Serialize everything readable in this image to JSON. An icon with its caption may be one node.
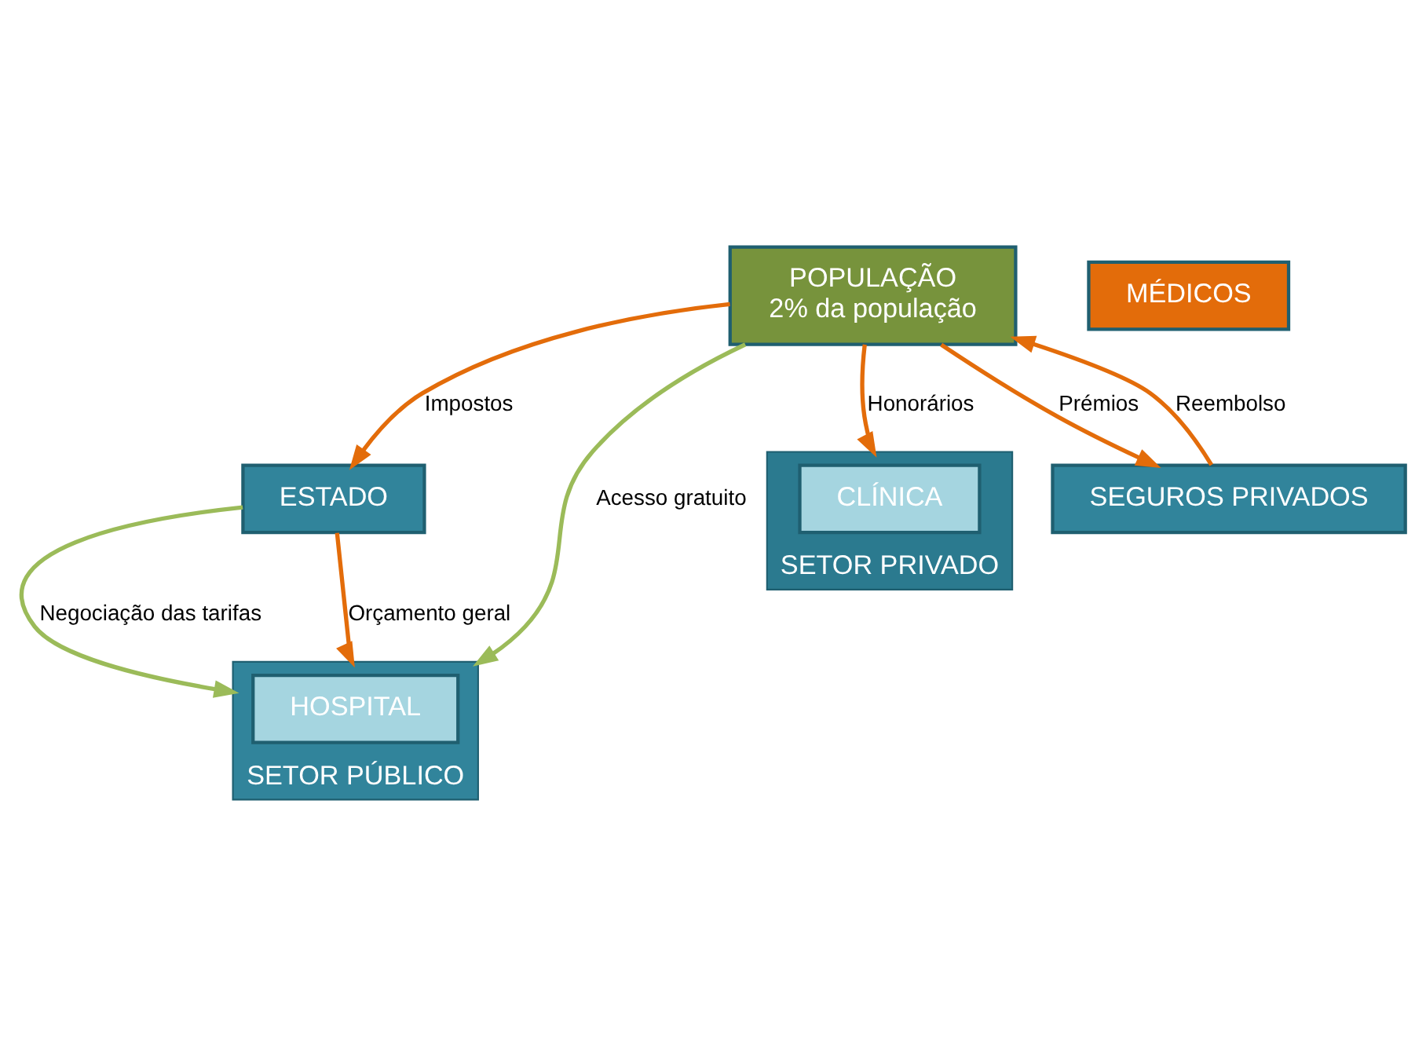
{
  "diagram": {
    "nodes": [
      {
        "text": [
          "ESTADO"
        ]
      },
      {
        "text": [
          "SETOR PÚBLICO"
        ]
      },
      {
        "text": [
          "SETOR PRIVADO"
        ]
      },
      {
        "text": [
          "MÉDICOS"
        ]
      },
      {
        "text": [
          "HOSPITAL"
        ],
        "in": 1
      },
      {
        "text": [
          "CLÍNICA"
        ],
        "in": 2
      },
      {
        "text": [
          "POPULAÇÃO",
          "2% da população"
        ]
      },
      {
        "text": [
          "SEGUROS PRIVADOS"
        ]
      }
    ],
    "edges": [
      {
        "from": 0,
        "to": 1,
        "arrow": "to",
        "label": "Negociação das tarifas",
        "color": "#9bbb59"
      },
      {
        "from": 0,
        "to": 1,
        "arrow": "to",
        "label": "Orçamento geral"
      },
      {
        "from": 6,
        "to": 0,
        "arrow": "to",
        "label": "Impostos"
      },
      {
        "from": 6,
        "to": 1,
        "arrow": "to",
        "label": "Acesso gratuito",
        "color": "#9bbb59"
      },
      {
        "from": 6,
        "to": 2,
        "arrow": "to",
        "label": "Honorários"
      },
      {
        "from": 6,
        "to": 7,
        "arrow": "to",
        "label": "Prémios"
      },
      {
        "from": 7,
        "to": 6,
        "arrow": "to",
        "label": "Reembolso"
      }
    ]
  }
}
